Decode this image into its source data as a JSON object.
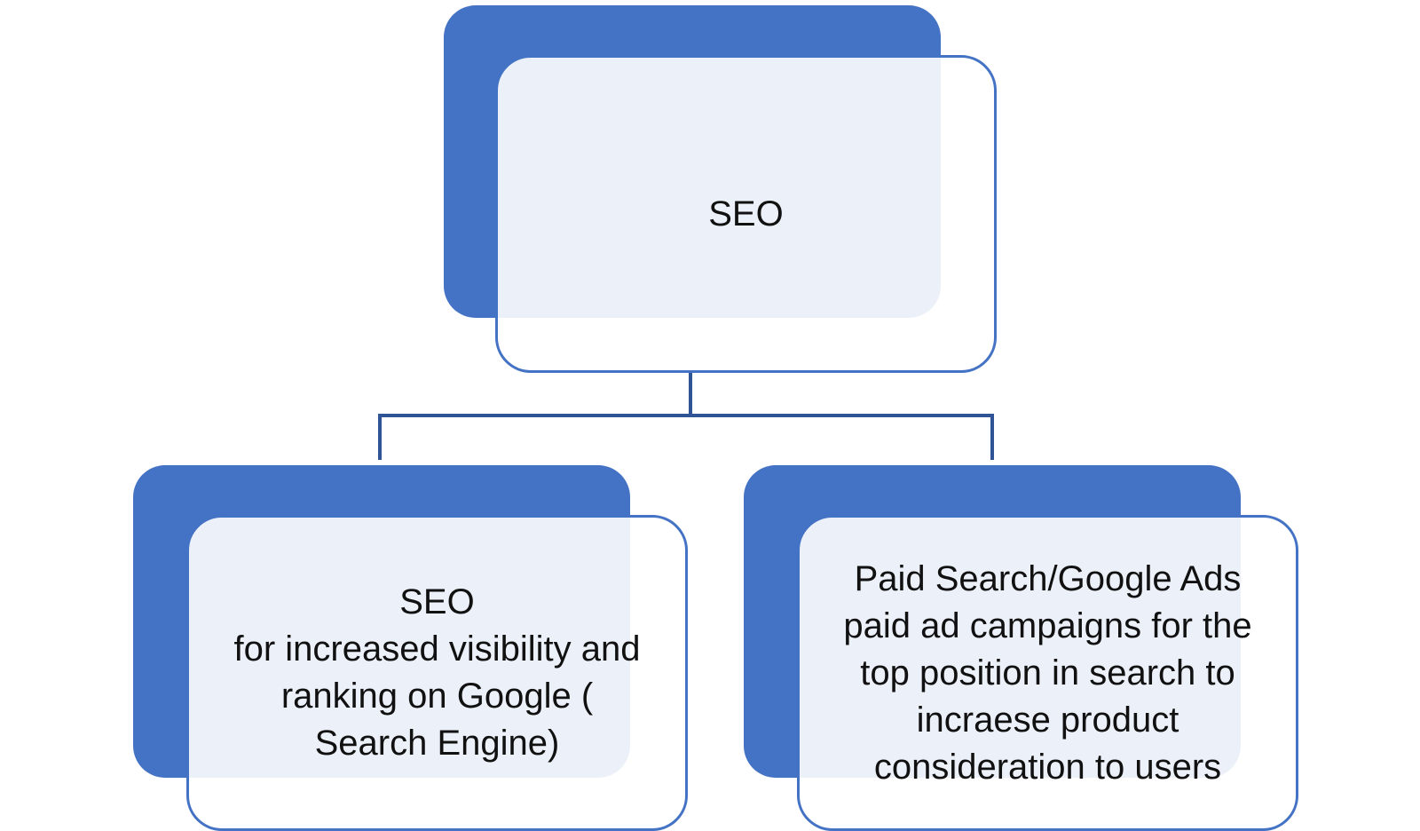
{
  "colors": {
    "accent": "#4472c4",
    "connector": "#2f5597",
    "card_fill": "#ffffff",
    "text": "#111111"
  },
  "nodes": {
    "root": {
      "text": "SEO"
    },
    "left": {
      "text": "SEO\nfor increased visibility and\nranking on Google (\nSearch Engine)"
    },
    "right": {
      "text": "Paid Search/Google Ads\npaid ad campaigns for the\ntop position in search to\nincraese product\nconsideration to users"
    }
  }
}
